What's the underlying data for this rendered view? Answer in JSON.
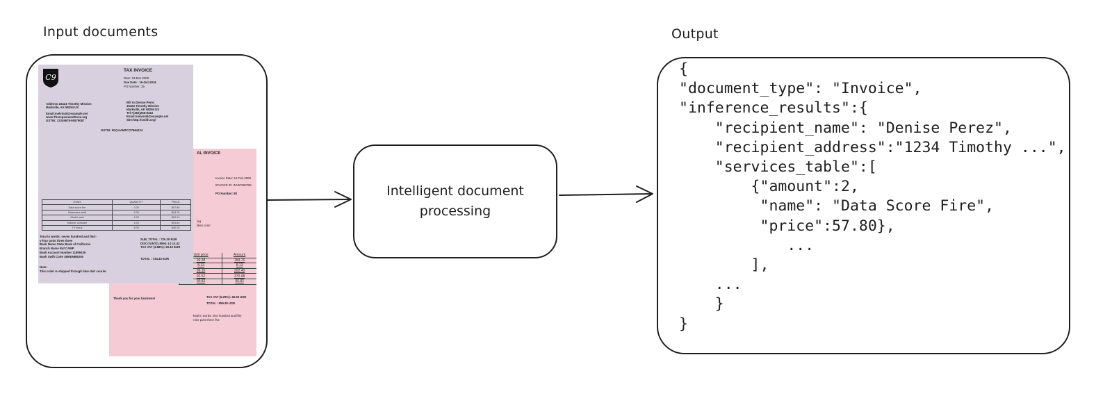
{
  "labels": {
    "input": "Input documents",
    "output": "Output",
    "process_line1": "Intelligent document",
    "process_line2": "processing"
  },
  "colors": {
    "invoice_purple": "#d8cfdf",
    "invoice_pink": "#f5cbd5",
    "stroke": "#1e1e1e"
  },
  "invoice_purple": {
    "logo": "C9",
    "title": "TAX INVOICE",
    "date": "Date: 23-Mar-2008",
    "due_date": "Due Date : 16-Oct-2016",
    "po_number": "PO Number: 35",
    "address_1": "Address:16424 Timothy Mission",
    "address_2": "Markville, AK 58294 US",
    "email": "Email:melvin40@example.net",
    "site": "www.ThompsonandSons.org",
    "gstin_left": "GSTIN: 12345678-90879087",
    "bill_1": "Bill to:Denise Perez",
    "bill_2": "16424 Timothy Mission",
    "bill_3": "Markville, AK 58294 US",
    "bill_4": "Tel:+(352)258-8443",
    "bill_5": "Email:melvin40@example.net",
    "bill_6": "Site:http://smith.org/",
    "gstin": "GSTIN: 00@AAMFCO7664124",
    "table": {
      "headers": [
        "ITEMS",
        "QUANTITY",
        "PRICE"
      ],
      "rows": [
        [
          "Data score fire",
          "2.00",
          "$57.80"
        ],
        [
          "Determine staff",
          "2.00",
          "$24.70"
        ],
        [
          "Model read",
          "1.00",
          "$90.14"
        ],
        [
          "Manner consider",
          "1.00",
          "$91.84"
        ],
        [
          "TV focus",
          "4.00",
          "$40.20"
        ]
      ]
    },
    "words_1": "Total in words:  seven hundred and thirt-",
    "words_2": "y-four point three three",
    "bank_name": "Bank Name          State Bank of California",
    "branch": "Branch Name          Raf CAMP",
    "account": "Bank Account Number  11899435",
    "swift": "Bank Swift Code      SBININBB250",
    "subtotal": "SUB_TOTAL : 725.30  EUR",
    "discount": "DISCOUNT(1.85%): (-)  13.42",
    "tax": "TAX VAT (3.88%):  28.10 EUR",
    "total": "TOTAL : 734.33 EUR",
    "note_label": "Note:",
    "note": "This order is shipped through blue dart courier"
  },
  "invoice_pink": {
    "title": "AL INVOICE",
    "invoice_date": "Invoice Date: 24-Feb-2008",
    "invoice_id": "INVOICE ID: INV67860796",
    "po_number": "PO Number: 80",
    "frag_1": "org",
    "frag_2": "dkes.com/",
    "table": {
      "headers": [
        "Unit price",
        "Amount"
      ],
      "rows": [
        [
          "92.38",
          "184.76"
        ],
        [
          "8.13",
          "8.13"
        ],
        [
          "96.16",
          "202.40"
        ],
        [
          "92.52",
          "370.08"
        ],
        [
          "90.82",
          "90.82"
        ]
      ]
    },
    "thanks": "Thank you for your business!",
    "tax": "TAX VAT (5.29%):  48.35 USD",
    "total": "TOTAL : 959.39 USD",
    "words_1": "Total in words:  nine hundred and fifty-",
    "words_2": "-nine point three five"
  },
  "output_json": [
    "{",
    "\"document_type\": \"Invoice\",",
    "\"inference_results\":{",
    "    \"recipient_name\": \"Denise Perez\",",
    "    \"recipient_address\":\"1234 Timothy ...\",",
    "    \"services_table\":[",
    "        {\"amount\":2,",
    "         \"name\": \"Data Score Fire\",",
    "         \"price\":57.80},",
    "            ...",
    "        ],",
    "    ...",
    "    }",
    "}"
  ]
}
